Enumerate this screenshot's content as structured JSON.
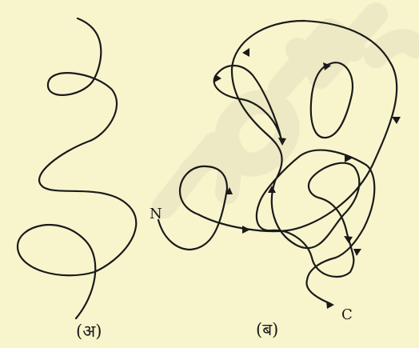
{
  "panel_a": {
    "label": "(अ)"
  },
  "panel_b": {
    "label": "(ब)",
    "start_label": "N",
    "end_label": "C"
  },
  "watermark": {
    "text": "notto"
  },
  "colors": {
    "background": "#f8f5cd",
    "line": "#1a1a1a",
    "watermark": "#ece9c4"
  }
}
